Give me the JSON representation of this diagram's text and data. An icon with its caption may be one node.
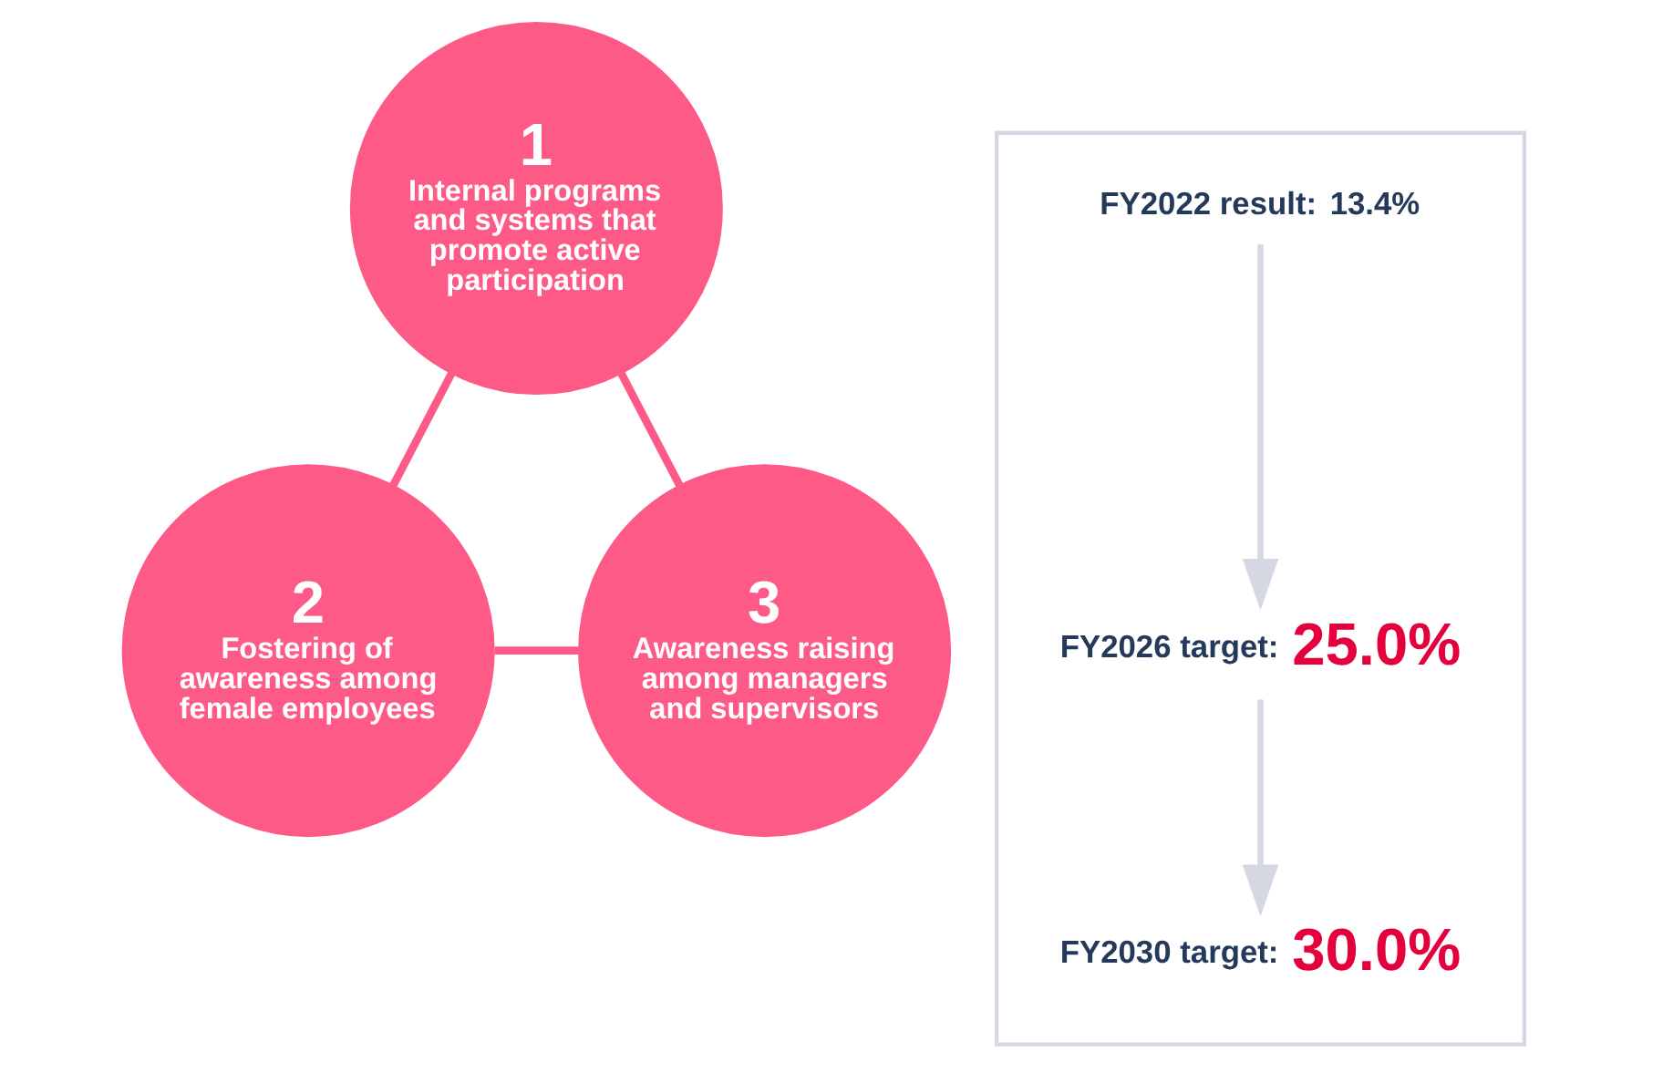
{
  "diagram": {
    "nodes": [
      {
        "text": [
          "1",
          "Internal programs and systems that promote active participation"
        ]
      },
      {
        "text": [
          "2",
          "Fostering of awareness among female employees"
        ]
      },
      {
        "text": [
          "3",
          "Awareness raising among managers and supervisors"
        ]
      },
      {
        "text": [],
        "shape": "box"
      },
      {
        "text": [
          "FY2022 result:",
          "13.4%"
        ],
        "in": 3
      },
      {
        "text": [
          "FY2026 target:",
          "25.0%"
        ],
        "in": 3
      },
      {
        "text": [
          "FY2030 target:",
          "30.0%"
        ],
        "in": 3
      }
    ],
    "edges": [
      {
        "from": 0,
        "to": 1,
        "arrow": "none"
      },
      {
        "from": 0,
        "to": 2,
        "arrow": "none"
      },
      {
        "from": 1,
        "to": 2,
        "arrow": "none"
      },
      {
        "from": 4,
        "to": 5,
        "arrow": "to",
        "color": "#d5d8e2"
      },
      {
        "from": 5,
        "to": 6,
        "arrow": "to",
        "color": "#d5d8e2"
      }
    ]
  }
}
